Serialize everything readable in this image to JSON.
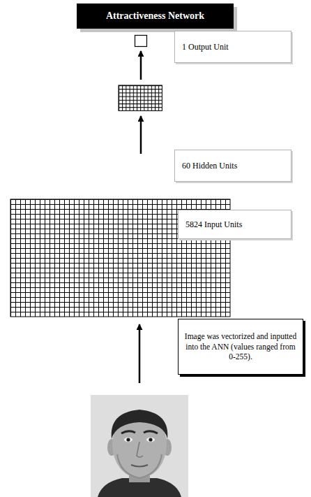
{
  "diagram": {
    "title": "Attractiveness Network",
    "nodes": [
      {
        "text": [
          "1 Output Unit"
        ]
      },
      {
        "text": [
          "60 Hidden Units"
        ]
      },
      {
        "text": [
          "5824 Input Units"
        ]
      },
      {
        "text": [
          "Image was vectorized and inputted into the ANN (values ranged from 0-255)."
        ]
      }
    ]
  }
}
